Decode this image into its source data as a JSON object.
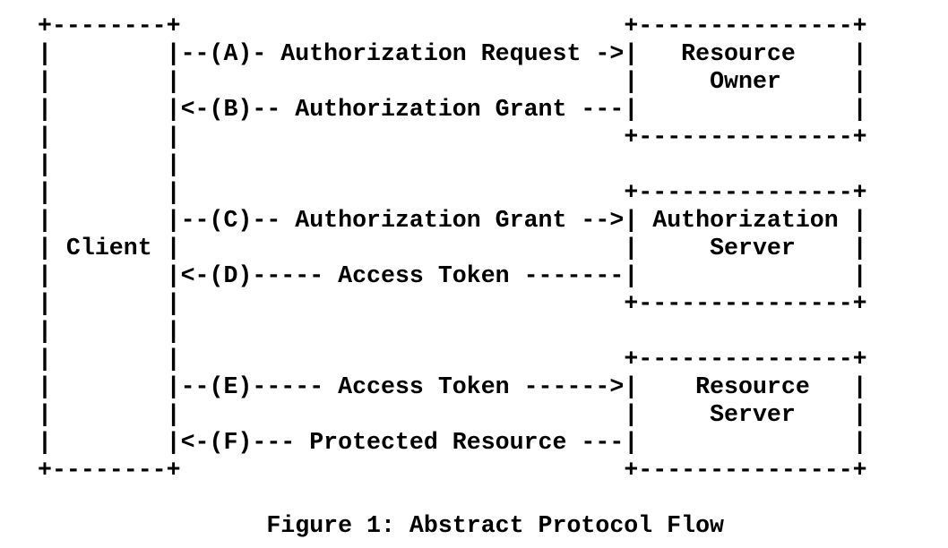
{
  "figure": {
    "lines": [
      "+--------+                               +---------------+",
      "|        |--(A)- Authorization Request ->|   Resource    |",
      "|        |                               |     Owner     |",
      "|        |<-(B)-- Authorization Grant ---|               |",
      "|        |                               +---------------+",
      "|        |",
      "|        |                               +---------------+",
      "|        |--(C)-- Authorization Grant -->| Authorization |",
      "| Client |                               |     Server    |",
      "|        |<-(D)----- Access Token -------|               |",
      "|        |                               +---------------+",
      "|        |",
      "|        |                               +---------------+",
      "|        |--(E)----- Access Token ------>|    Resource   |",
      "|        |                               |     Server    |",
      "|        |<-(F)--- Protected Resource ---|               |",
      "+--------+                               +---------------+"
    ],
    "caption": "Figure 1: Abstract Protocol Flow"
  },
  "diagram": {
    "type": "ascii-flow-diagram",
    "entities": [
      "Client",
      "Resource Owner",
      "Authorization Server",
      "Resource Server"
    ],
    "steps": [
      {
        "id": "A",
        "label": "Authorization Request",
        "from": "Client",
        "to": "Resource Owner"
      },
      {
        "id": "B",
        "label": "Authorization Grant",
        "from": "Resource Owner",
        "to": "Client"
      },
      {
        "id": "C",
        "label": "Authorization Grant",
        "from": "Client",
        "to": "Authorization Server"
      },
      {
        "id": "D",
        "label": "Access Token",
        "from": "Authorization Server",
        "to": "Client"
      },
      {
        "id": "E",
        "label": "Access Token",
        "from": "Client",
        "to": "Resource Server"
      },
      {
        "id": "F",
        "label": "Protected Resource",
        "from": "Resource Server",
        "to": "Client"
      }
    ],
    "colors": {
      "text": "#000000",
      "background": "#ffffff"
    }
  }
}
